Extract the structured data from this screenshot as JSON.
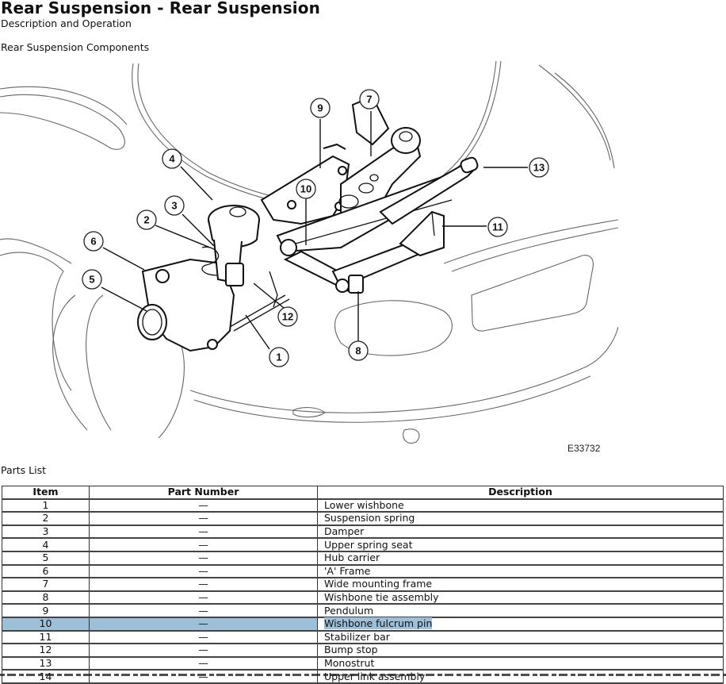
{
  "header": {
    "title": "Rear Suspension - Rear Suspension",
    "subtitle": "Description and Operation"
  },
  "figure": {
    "section_title": "Rear Suspension Components",
    "figure_id": "E33732",
    "callouts": [
      "1",
      "2",
      "3",
      "4",
      "5",
      "6",
      "7",
      "8",
      "9",
      "10",
      "11",
      "12",
      "13"
    ]
  },
  "parts_list": {
    "label": "Parts List",
    "columns": [
      "Item",
      "Part Number",
      "Description"
    ],
    "selected_item": "10",
    "highlight_color": "#9dbfd8",
    "rows": [
      {
        "item": "1",
        "part_number": "—",
        "description": "Lower wishbone"
      },
      {
        "item": "2",
        "part_number": "—",
        "description": "Suspension spring"
      },
      {
        "item": "3",
        "part_number": "—",
        "description": "Damper"
      },
      {
        "item": "4",
        "part_number": "—",
        "description": "Upper spring seat"
      },
      {
        "item": "5",
        "part_number": "—",
        "description": "Hub carrier"
      },
      {
        "item": "6",
        "part_number": "—",
        "description": "'A' Frame"
      },
      {
        "item": "7",
        "part_number": "—",
        "description": "Wide mounting frame"
      },
      {
        "item": "8",
        "part_number": "—",
        "description": "Wishbone tie assembly"
      },
      {
        "item": "9",
        "part_number": "—",
        "description": "Pendulum"
      },
      {
        "item": "10",
        "part_number": "—",
        "description": "Wishbone fulcrum pin"
      },
      {
        "item": "11",
        "part_number": "—",
        "description": "Stabilizer bar"
      },
      {
        "item": "12",
        "part_number": "—",
        "description": "Bump stop"
      },
      {
        "item": "13",
        "part_number": "—",
        "description": "Monostrut"
      },
      {
        "item": "14",
        "part_number": "—",
        "description": "Upper link assembly"
      }
    ]
  }
}
